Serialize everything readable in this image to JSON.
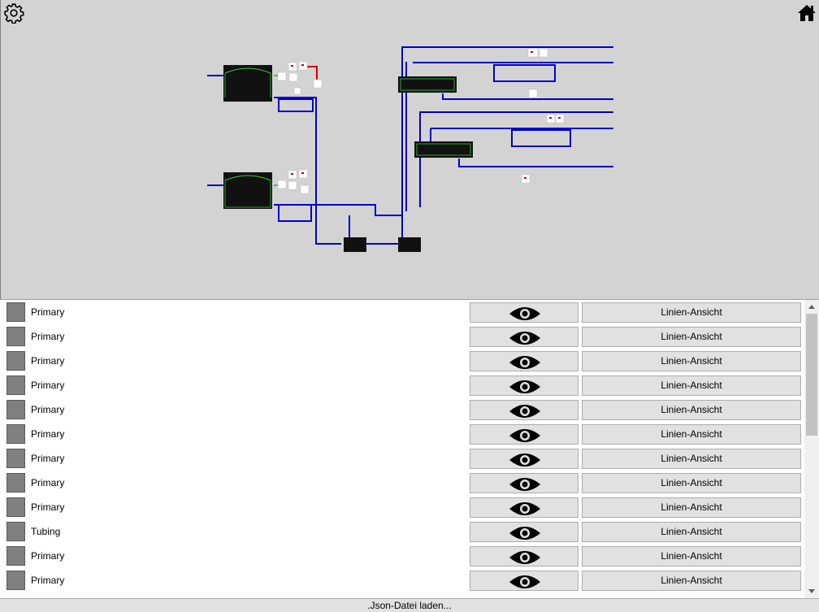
{
  "toolbar": {
    "settings_icon": "gear-icon",
    "home_icon": "home-icon"
  },
  "rows": [
    {
      "label": "Primary",
      "view_label": "Linien-Ansicht"
    },
    {
      "label": "Primary",
      "view_label": "Linien-Ansicht"
    },
    {
      "label": "Primary",
      "view_label": "Linien-Ansicht"
    },
    {
      "label": "Primary",
      "view_label": "Linien-Ansicht"
    },
    {
      "label": "Primary",
      "view_label": "Linien-Ansicht"
    },
    {
      "label": "Primary",
      "view_label": "Linien-Ansicht"
    },
    {
      "label": "Primary",
      "view_label": "Linien-Ansicht"
    },
    {
      "label": "Primary",
      "view_label": "Linien-Ansicht"
    },
    {
      "label": "Primary",
      "view_label": "Linien-Ansicht"
    },
    {
      "label": "Tubing",
      "view_label": "Linien-Ansicht"
    },
    {
      "label": "Primary",
      "view_label": "Linien-Ansicht"
    },
    {
      "label": "Primary",
      "view_label": "Linien-Ansicht"
    }
  ],
  "footer": {
    "load_label": ".Json-Datei laden..."
  },
  "colors": {
    "canvas_bg": "#d3d3d3",
    "pipe": "#0000cc",
    "pipe_alt": "#cc0000",
    "tank": "#111111",
    "tank_outline": "#33cc33",
    "swatch": "#808080",
    "button_bg": "#e1e1e1"
  }
}
